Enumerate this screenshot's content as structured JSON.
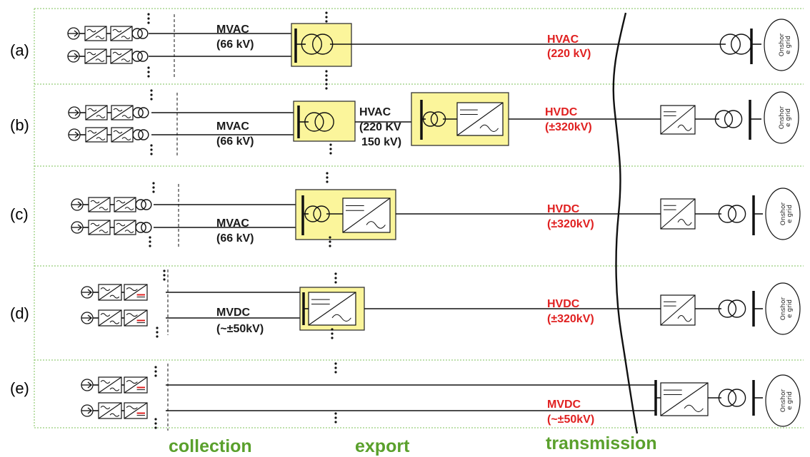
{
  "rows": [
    {
      "id": "a",
      "label": "(a)",
      "collection_label": [
        "MVAC",
        "(66 kV)"
      ],
      "export_label": [],
      "transmission_label": [
        "HVAC",
        "(220 kV)"
      ],
      "transmission_red": true,
      "onshore": [
        "Onshor",
        "e grid"
      ]
    },
    {
      "id": "b",
      "label": "(b)",
      "collection_label": [
        "MVAC",
        "(66 kV)"
      ],
      "export_label": [
        "HVAC",
        "(220 KV",
        "150 kV)"
      ],
      "transmission_label": [
        "HVDC",
        "(±320kV)"
      ],
      "transmission_red": true,
      "onshore": [
        "Onshor",
        "e grid"
      ]
    },
    {
      "id": "c",
      "label": "(c)",
      "collection_label": [
        "MVAC",
        "(66 kV)"
      ],
      "export_label": [],
      "transmission_label": [
        "HVDC",
        "(±320kV)"
      ],
      "transmission_red": true,
      "onshore": [
        "Onshor",
        "e grid"
      ]
    },
    {
      "id": "d",
      "label": "(d)",
      "collection_label": [
        "MVDC",
        "(~±50kV)"
      ],
      "export_label": [],
      "transmission_label": [
        "HVDC",
        "(±320kV)"
      ],
      "transmission_red": true,
      "onshore": [
        "Onshor",
        "e grid"
      ]
    },
    {
      "id": "e",
      "label": "(e)",
      "collection_label": [],
      "export_label": [],
      "transmission_label": [
        "MVDC",
        "(~±50kV)"
      ],
      "transmission_red": true,
      "onshore": [
        "Onshor",
        "e grid"
      ]
    }
  ],
  "sections": {
    "collection": "collection",
    "export": "export",
    "transmission": "transmission"
  },
  "colors": {
    "section_label": "#5aa02c",
    "red_label": "#e02020",
    "substation_fill": "#fbf59b",
    "row_border": "#7cc05a"
  }
}
